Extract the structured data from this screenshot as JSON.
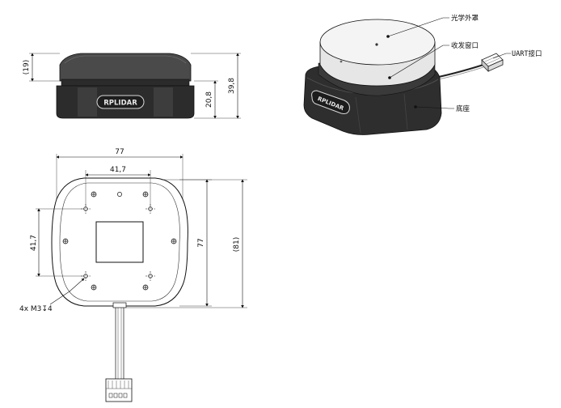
{
  "side_view": {
    "dim_top_height": "(19)",
    "dim_base_height": "20,8",
    "dim_total_height": "39,8",
    "brand": "RPLIDAR"
  },
  "iso_view": {
    "brand": "RPLIDAR",
    "callouts": {
      "optical_cover": "光学外罩",
      "emit_window": "收发窗口",
      "uart_port": "UART接口",
      "base": "底座"
    }
  },
  "bottom_view": {
    "dim_width": "77",
    "dim_hole_spacing_x": "41,7",
    "dim_hole_spacing_y": "41,7",
    "dim_height": "77",
    "dim_overall_height": "(81)",
    "hole_note": "4x M3↧4"
  }
}
